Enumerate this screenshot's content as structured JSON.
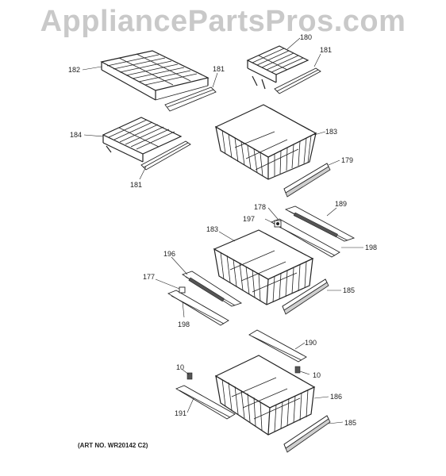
{
  "watermark": "AppliancePartsPros.com",
  "art_number": "(ART NO. WR20142 C2)",
  "callouts": [
    "182",
    "181",
    "180",
    "181",
    "184",
    "181",
    "183",
    "179",
    "178",
    "189",
    "197",
    "183",
    "198",
    "196",
    "177",
    "185",
    "198",
    "190",
    "10",
    "10",
    "186",
    "191",
    "185"
  ]
}
